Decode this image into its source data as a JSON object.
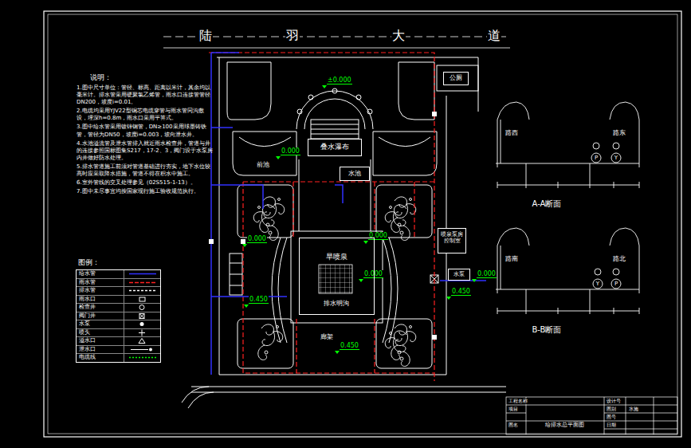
{
  "diagram": {
    "nodes": [
      {
        "text": [
          "叠水瀑布"
        ]
      },
      {
        "text": [
          "前池"
        ]
      },
      {
        "text": [
          "水池"
        ]
      },
      {
        "text": [
          "旱喷泉"
        ]
      },
      {
        "text": [
          "喷泉泵房控制室"
        ]
      },
      {
        "text": [
          "公厕"
        ]
      },
      {
        "text": [
          "水泵"
        ]
      },
      {
        "text": [
          "廊架"
        ]
      }
    ],
    "labels": [
      "陆",
      "羽",
      "大",
      "道",
      "说明：",
      "1.图中尺寸单位：管径、标高、距离以米计，其余均以毫米计。排水管采用硬聚氯乙烯管，雨水口连接管管径DN200，坡度i=0.01。",
      "2.电缆均采用YJV22型铜芯电缆穿管与雨水管同沟敷设，埋深h=0.8m，雨水口采用平箅式。",
      "3.图中给水管采用镀锌钢管，DN≥100采用球墨铸铁管，管径为DN50，坡度i=0.003，坡向泄水井。",
      "4.水池溢流管及泄水管排入就近雨水检查井，管道与井的连接参照国标图集S217，17-2、3，阀门设于水泵房内并做好防水处理。",
      "5.排水管道施工前须对管道基础进行夯实，地下水位较高时应采取降水措施，管道不得在积水中施工。",
      "6.室外管线的交叉处理参见（02S515-1-13）。",
      "7.图中未尽事宜均按国家现行施工验收规范执行。",
      "图例：",
      "±0.000",
      "0.000",
      "0.000",
      "0.000",
      "0.000",
      "0.000",
      "0.450",
      "0.450",
      "0.450",
      "排水明沟",
      "A-A断面",
      "B-B断面",
      "路西",
      "路东",
      "路南",
      "路北",
      "P",
      "Y",
      "Y",
      "P",
      "工程名称",
      "项目",
      "图名",
      "给排水总平面图",
      "设计号",
      "图别",
      "图号",
      "日期",
      "水施"
    ],
    "legend": [
      {
        "text": "给水管"
      },
      {
        "text": "雨水管"
      },
      {
        "text": "排水管"
      },
      {
        "text": "雨水口"
      },
      {
        "text": "检查井"
      },
      {
        "text": "阀门井"
      },
      {
        "text": "水泵"
      },
      {
        "text": "喷头"
      },
      {
        "text": "溢水口"
      },
      {
        "text": "泄水口"
      },
      {
        "text": "电缆线"
      }
    ]
  }
}
